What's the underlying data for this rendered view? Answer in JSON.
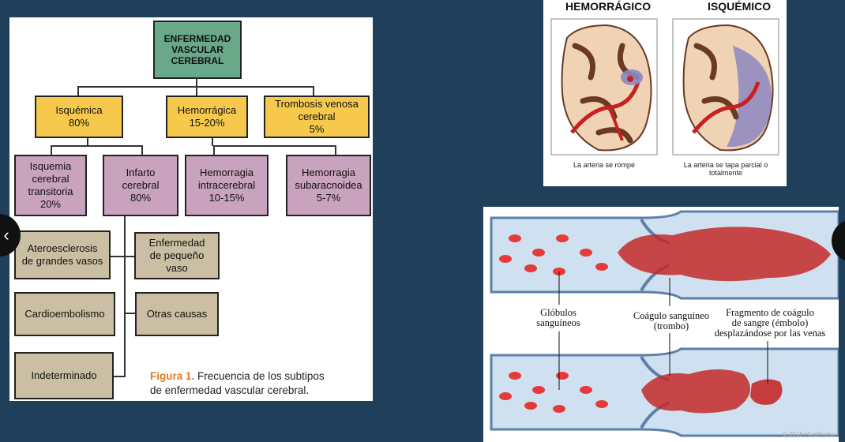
{
  "diagram": {
    "root": [
      "ENFERMEDAD",
      "VASCULAR",
      "CEREBRAL"
    ],
    "isquemica": [
      "Isquémica",
      "80%"
    ],
    "hemorragica": [
      "Hemorrágica",
      "15-20%"
    ],
    "trombosis": [
      "Trombosis venosa",
      "cerebral",
      "5%"
    ],
    "isquemia_transitoria": [
      "Isquemia",
      "cerebral",
      "transitoria",
      "20%"
    ],
    "infarto": [
      "Infarto",
      "cerebral",
      "80%"
    ],
    "hemorragia_intracerebral": [
      "Hemorragia",
      "intracerebral",
      "10-15%"
    ],
    "hemorragia_subaracnoidea": [
      "Hemorragia",
      "subaracnoidea",
      "5-7%"
    ],
    "aterosclerosis": [
      "Ateroesclerosis",
      "de grandes vasos"
    ],
    "pequeno_vaso": [
      "Enfermedad",
      "de pequeño",
      "vaso"
    ],
    "cardioembolismo": [
      "Cardioembolismo"
    ],
    "otras": [
      "Otras causas"
    ],
    "indeterminado": [
      "Indeterminado"
    ],
    "caption_fig": "Figura 1.",
    "caption_rest": " Frecuencia de los subtipos",
    "caption_line2": "de enfermedad vascular cerebral."
  },
  "brain": {
    "title_left": "HEMORRÁGICO",
    "title_right": "ISQUÉMICO",
    "caption_left": "La arteria se rompe",
    "caption_right": [
      "La arteria se tapa parcial o",
      "totalmente"
    ]
  },
  "vessel": {
    "label_globulos": [
      "Glóbulos",
      "sanguíneos"
    ],
    "label_coagulo": [
      "Coágulo sanguíneo",
      "(trombo)"
    ],
    "label_fragmento": [
      "Fragmento de coágulo",
      "de sangre (émbolo)",
      "desplazándose por las venas"
    ],
    "copyright": "© 2018 Healthwise"
  },
  "nav": {
    "prev_icon": "chevron-left-icon",
    "next_icon": "chevron-right-icon",
    "prev_glyph": "‹"
  },
  "colors": {
    "background": "#1f3f5a",
    "root_green": "#6aa88a",
    "level1_yellow": "#f6c94d",
    "level2_pink": "#c9a3bd",
    "level3_tan": "#cbbfa3",
    "caption_orange": "#e07a24",
    "blood_red": "#d4262d"
  }
}
